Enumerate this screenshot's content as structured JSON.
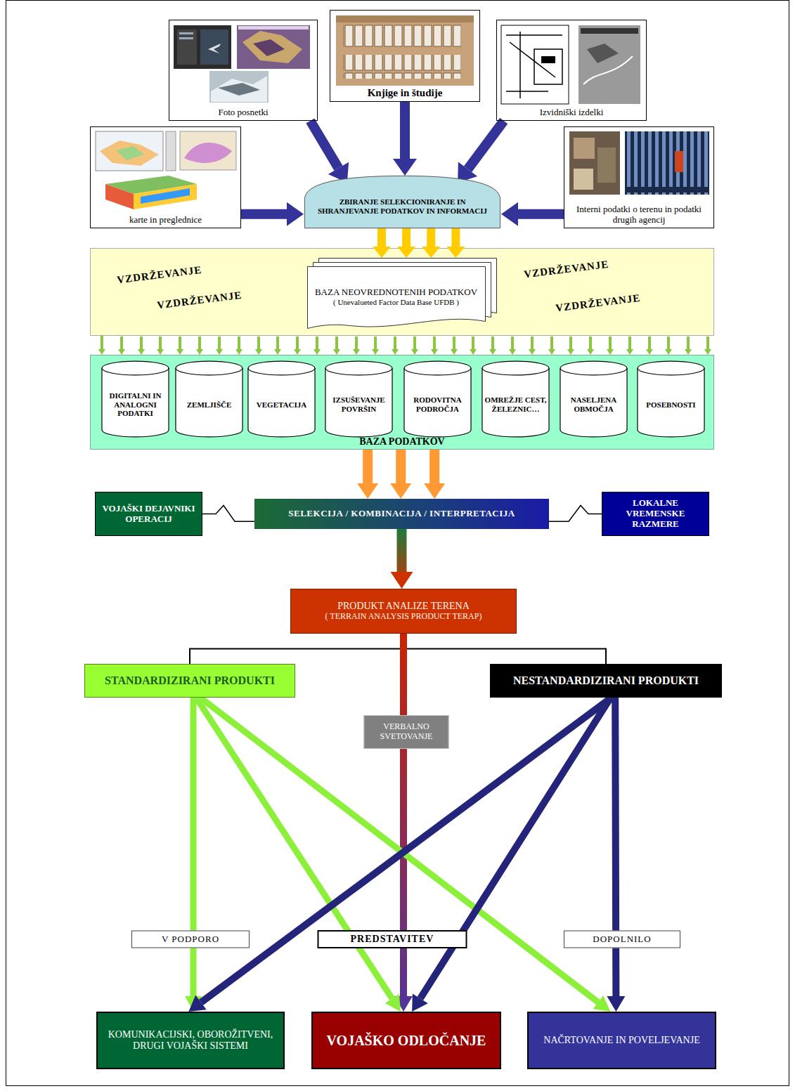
{
  "diagram": {
    "nodes": [
      {
        "text": [
          "Foto posnetki"
        ]
      },
      {
        "text": [
          "Knjige in študije"
        ]
      },
      {
        "text": [
          "Izvidniški izdelki"
        ]
      },
      {
        "text": [
          "karte in preglednice"
        ]
      },
      {
        "text": [
          "Interni podatki o terenu in podatki drugih agencij"
        ]
      },
      {
        "text": [
          "ZBIRANJE SELEKCIONIRANJE IN SHRANJEVANJE PODATKOV IN INFORMACIJ"
        ]
      },
      {
        "text": [
          "VZDRŽEVANJE",
          "VZDRŽEVANJE",
          "VZDRŽEVANJE",
          "VZDRŽEVANJE"
        ]
      },
      {
        "text": [
          "BAZA NEOVREDNOTENIH PODATKOV",
          "( Unevalueted Factor Data Base UFDB )"
        ],
        "in": 6
      },
      {
        "text": [
          "BAZA PODATKOV"
        ]
      },
      {
        "text": [
          "DIGITALNI IN ANALOGNI PODATKI"
        ],
        "in": 8
      },
      {
        "text": [
          "ZEMLJIŠČE"
        ],
        "in": 8
      },
      {
        "text": [
          "VEGETACIJA"
        ],
        "in": 8
      },
      {
        "text": [
          "IZSUŠEVANJE POVRŠIN"
        ],
        "in": 8
      },
      {
        "text": [
          "RODOVITNA PODROČJA"
        ],
        "in": 8
      },
      {
        "text": [
          "OMREŽJE CEST, ŽELEZNIC…"
        ],
        "in": 8
      },
      {
        "text": [
          "NASELJENA OBMOČJA"
        ],
        "in": 8
      },
      {
        "text": [
          "POSEBNOSTI"
        ],
        "in": 8
      },
      {
        "text": [
          "VOJAŠKI DEJAVNIKI OPERACIJ"
        ]
      },
      {
        "text": [
          "SELEKCIJA / KOMBINACIJA / INTERPRETACIJA"
        ]
      },
      {
        "text": [
          "LOKALNE VREMENSKE RAZMERE"
        ]
      },
      {
        "text": [
          "PRODUKT ANALIZE TERENA",
          "( TERRAIN ANALYSIS PRODUCT TERAP)"
        ]
      },
      {
        "text": [
          "STANDARDIZIRANI PRODUKTI"
        ]
      },
      {
        "text": [
          "NESTANDARDIZIRANI PRODUKTI"
        ]
      },
      {
        "text": [
          "KOMUNIKACIJSKI, OBOROŽITVENI, DRUGI VOJAŠKI SISTEMI"
        ]
      },
      {
        "text": [
          "VOJAŠKO ODLOČANJE"
        ]
      },
      {
        "text": [
          "NAČRTOVANJE IN POVELJEVANJE"
        ]
      }
    ],
    "edges": [
      {
        "from": 0,
        "to": 5,
        "arrow": "to"
      },
      {
        "from": 1,
        "to": 5,
        "arrow": "to"
      },
      {
        "from": 2,
        "to": 5,
        "arrow": "to"
      },
      {
        "from": 3,
        "to": 5,
        "arrow": "to"
      },
      {
        "from": 4,
        "to": 5,
        "arrow": "to"
      },
      {
        "from": 5,
        "to": 7,
        "arrow": "to"
      },
      {
        "from": 5,
        "to": 7,
        "arrow": "to"
      },
      {
        "from": 5,
        "to": 7,
        "arrow": "to"
      },
      {
        "from": 5,
        "to": 7,
        "arrow": "to"
      },
      {
        "from": 6,
        "to": 8,
        "arrow": "to"
      },
      {
        "from": 8,
        "to": 18,
        "arrow": "to"
      },
      {
        "from": 8,
        "to": 18,
        "arrow": "to"
      },
      {
        "from": 8,
        "to": 18,
        "arrow": "to"
      },
      {
        "from": 17,
        "to": 18,
        "arrow": "none"
      },
      {
        "from": 19,
        "to": 18,
        "arrow": "none"
      },
      {
        "from": 18,
        "to": 20,
        "arrow": "to"
      },
      {
        "from": 20,
        "to": 21,
        "arrow": "none"
      },
      {
        "from": 20,
        "to": 22,
        "arrow": "none"
      },
      {
        "from": 20,
        "to": 24,
        "arrow": "to",
        "label": "VERBALNO SVETOVANJE"
      },
      {
        "from": 21,
        "to": 23,
        "arrow": "to",
        "label": "V PODPORO"
      },
      {
        "from": 21,
        "to": 24,
        "arrow": "to",
        "label": "PREDSTAVITEV"
      },
      {
        "from": 21,
        "to": 25,
        "arrow": "to"
      },
      {
        "from": 22,
        "to": 23,
        "arrow": "to"
      },
      {
        "from": 22,
        "to": 24,
        "arrow": "to"
      },
      {
        "from": 22,
        "to": 25,
        "arrow": "to",
        "label": "DOPOLNILO"
      }
    ]
  }
}
